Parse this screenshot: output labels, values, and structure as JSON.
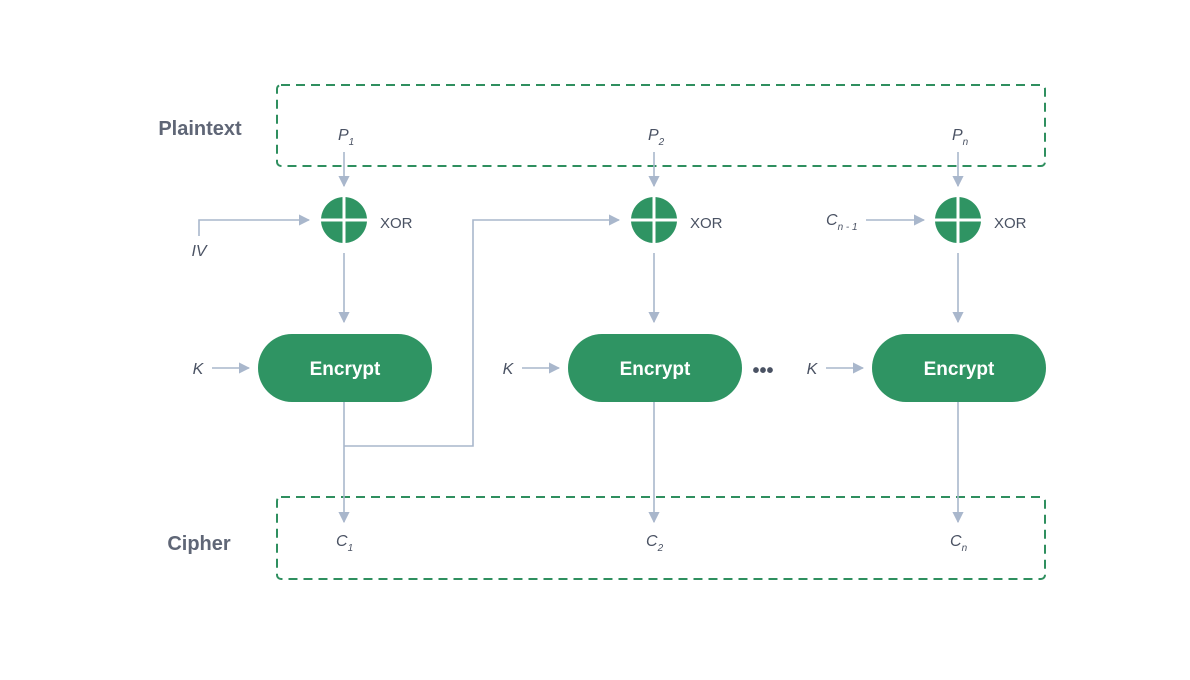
{
  "sections": {
    "plaintext": "Plaintext",
    "cipher": "Cipher"
  },
  "iv": "IV",
  "key": "K",
  "xor_label": "XOR",
  "block_label": "Encrypt",
  "ellipsis": "•••",
  "blocks": [
    {
      "p": "P",
      "p_sub": "1",
      "c": "C",
      "c_sub": "1"
    },
    {
      "p": "P",
      "p_sub": "2",
      "c": "C",
      "c_sub": "2"
    },
    {
      "p": "P",
      "p_sub": "n",
      "c": "C",
      "c_sub": "n",
      "prev": "C",
      "prev_sub": "n - 1"
    }
  ],
  "colors": {
    "green": "#2f9463",
    "wire": "#a9b7cc",
    "text": "#4a5263",
    "section_text": "#5f6676"
  }
}
